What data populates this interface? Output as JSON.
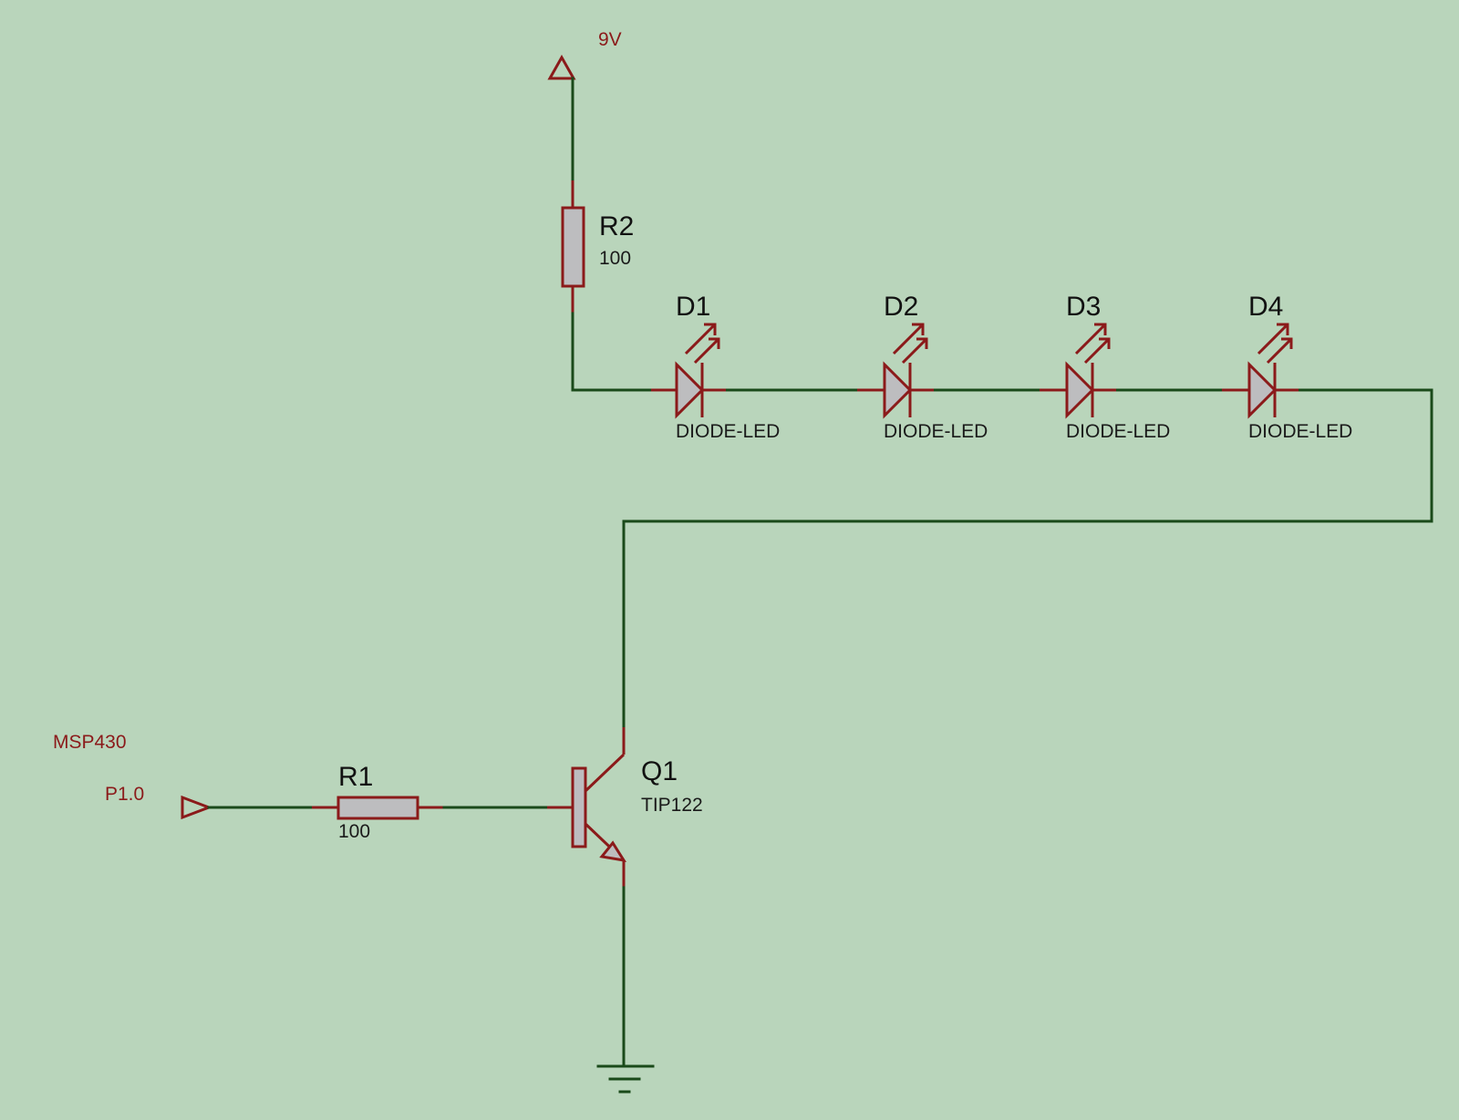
{
  "power": {
    "label": "9V"
  },
  "port": {
    "device": "MSP430",
    "pin": "P1.0"
  },
  "resistors": [
    {
      "ref": "R1",
      "value": "100"
    },
    {
      "ref": "R2",
      "value": "100"
    }
  ],
  "leds": [
    {
      "ref": "D1",
      "value": "DIODE-LED"
    },
    {
      "ref": "D2",
      "value": "DIODE-LED"
    },
    {
      "ref": "D3",
      "value": "DIODE-LED"
    },
    {
      "ref": "D4",
      "value": "DIODE-LED"
    }
  ],
  "transistor": {
    "ref": "Q1",
    "value": "TIP122"
  },
  "colors": {
    "background": "#b9d5bb",
    "wire": "#1a4a1a",
    "component": "#8b1a1a",
    "body_fill": "#bdbdbf",
    "label_red": "#8b1a1a"
  }
}
